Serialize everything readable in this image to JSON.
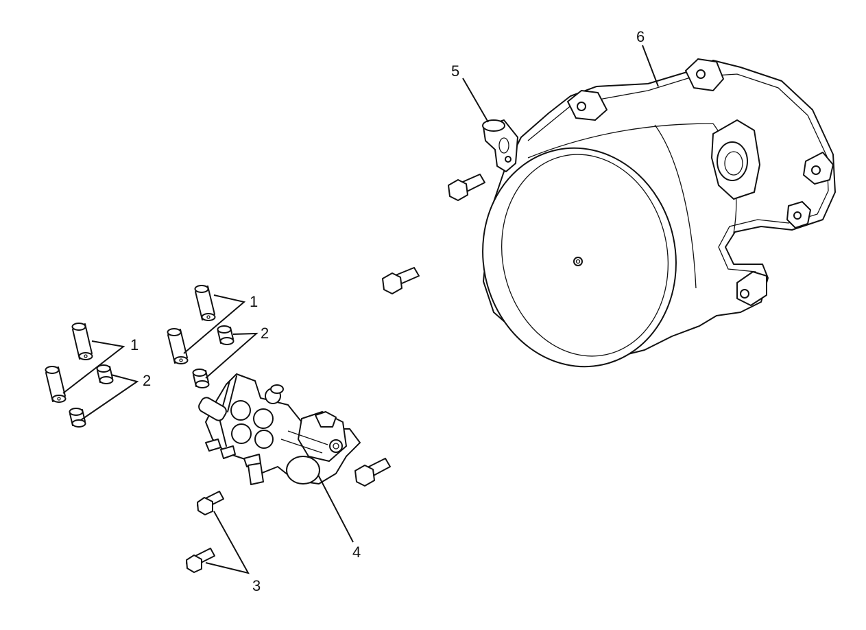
{
  "callouts": {
    "c1a": "1",
    "c1b": "1",
    "c2a": "2",
    "c2b": "2",
    "c3": "3",
    "c4": "4",
    "c5": "5",
    "c6": "6"
  },
  "colors": {
    "line": "#111111",
    "background": "#ffffff"
  }
}
